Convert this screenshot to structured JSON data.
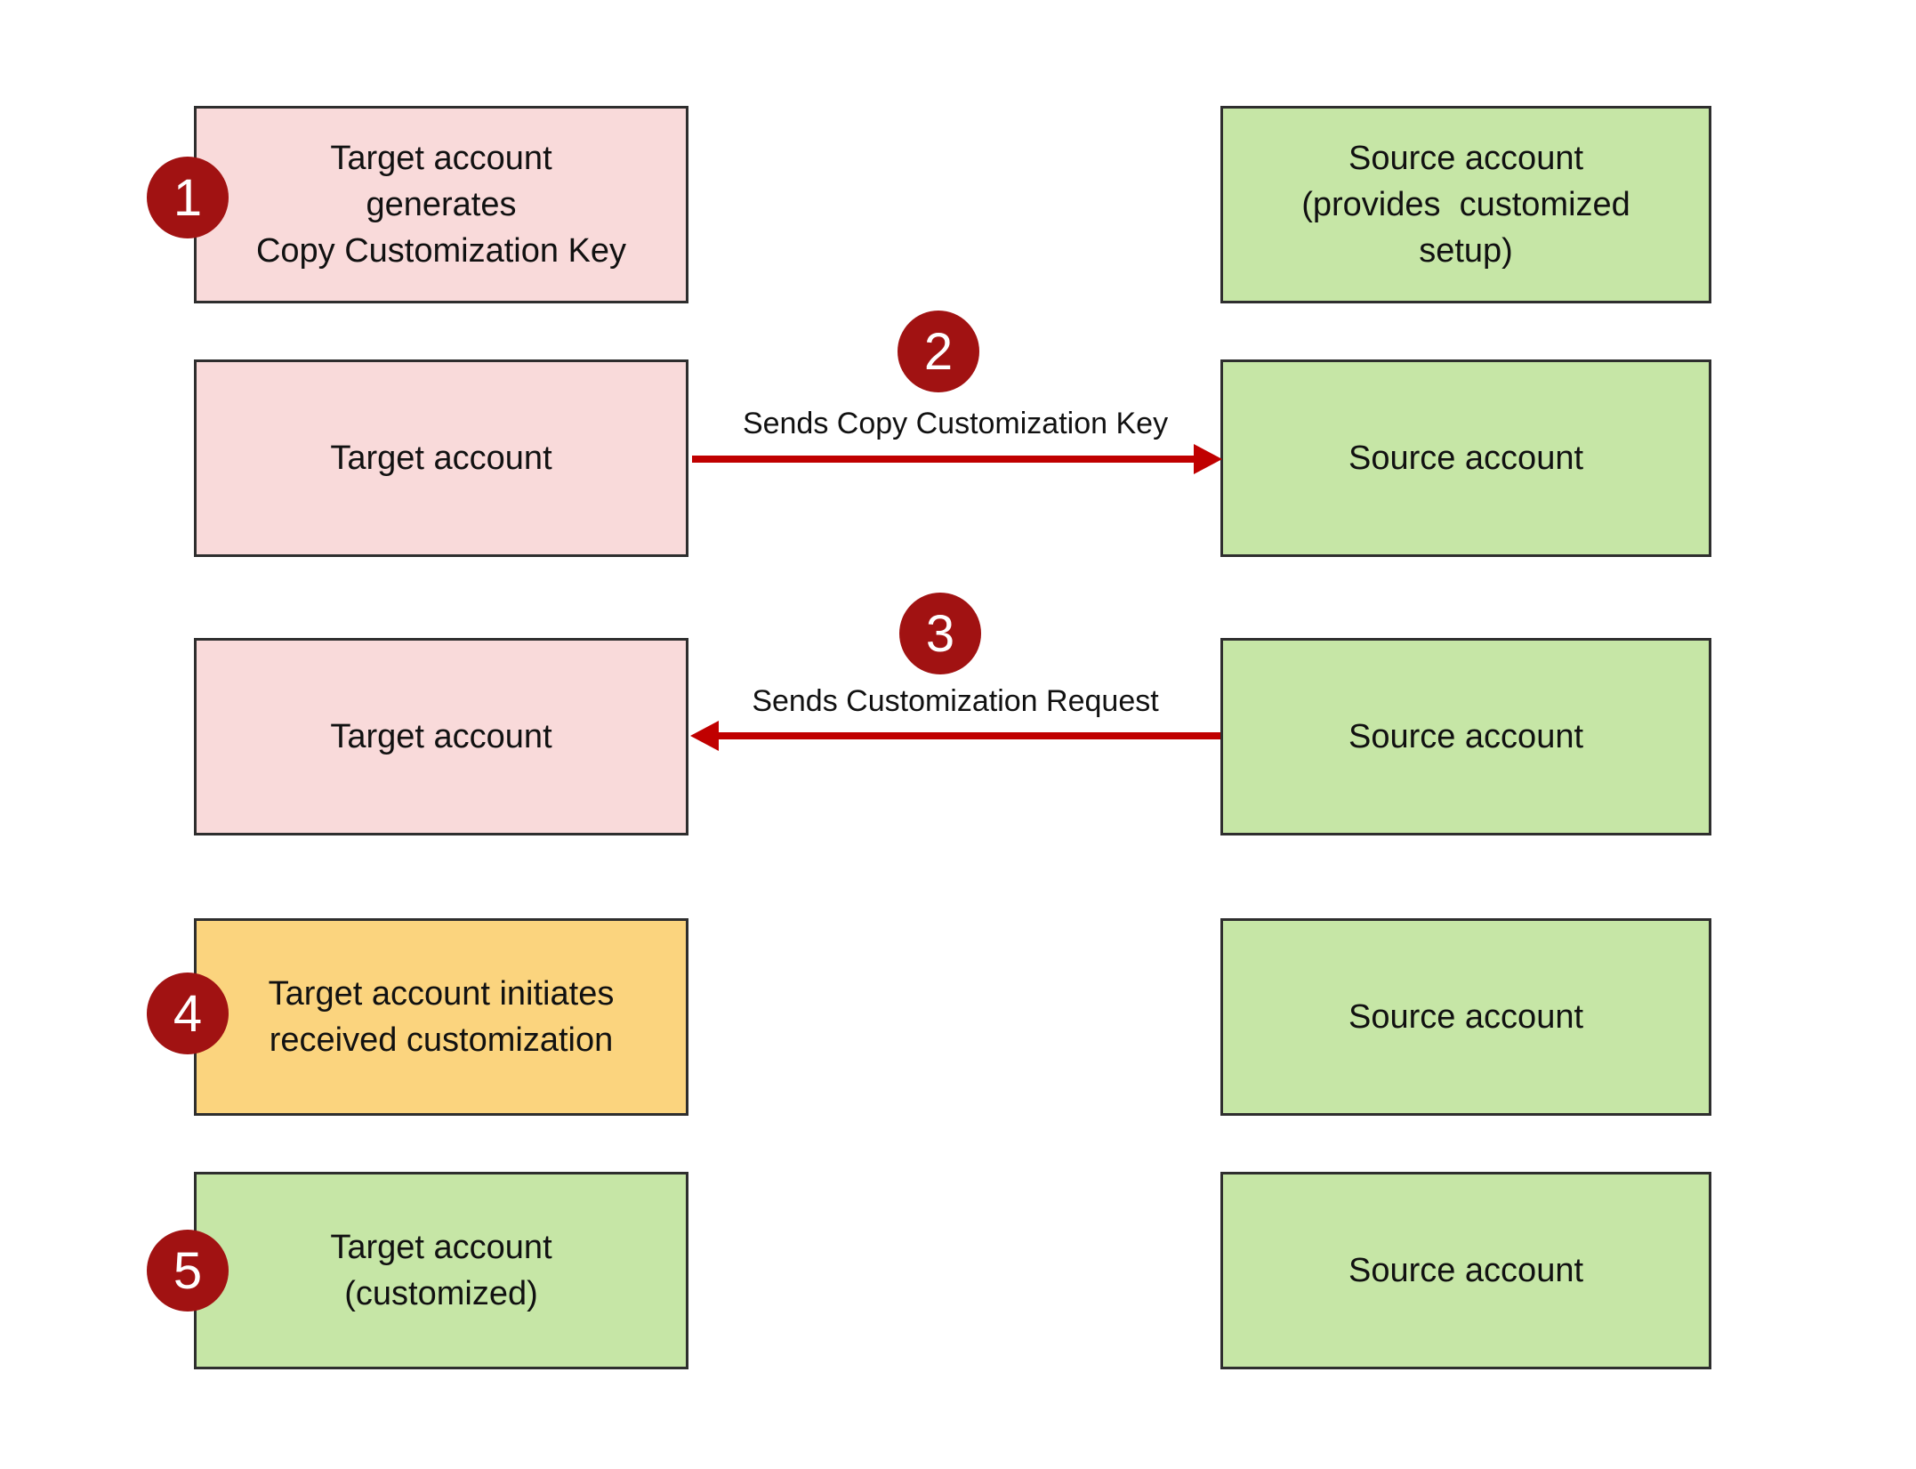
{
  "diagram": {
    "title": "",
    "colors": {
      "background": "#ffffff",
      "pink_box": "#f9dada",
      "green_box": "#c6e6a6",
      "orange_box": "#fbd47e",
      "step_circle": "#a11212",
      "arrow": "#c00000",
      "box_border": "#2e2e2e",
      "text": "#111111"
    },
    "rows": [
      {
        "step": "1",
        "left": {
          "color": "pink",
          "lines": [
            "Target account",
            "generates",
            "Copy Customization Key"
          ]
        },
        "right": {
          "color": "green",
          "lines": [
            "Source account",
            "(provides  customized",
            "setup)"
          ]
        }
      },
      {
        "step": "2",
        "left": {
          "color": "pink",
          "lines": [
            "Target account"
          ]
        },
        "right": {
          "color": "green",
          "lines": [
            "Source account"
          ]
        },
        "arrow": {
          "label": "Sends Copy Customization Key",
          "direction": "right"
        }
      },
      {
        "step": "3",
        "left": {
          "color": "pink",
          "lines": [
            "Target account"
          ]
        },
        "right": {
          "color": "green",
          "lines": [
            "Source account"
          ]
        },
        "arrow": {
          "label": "Sends Customization Request",
          "direction": "left"
        }
      },
      {
        "step": "4",
        "left": {
          "color": "orange",
          "lines": [
            "Target account initiates",
            "received customization"
          ]
        },
        "right": {
          "color": "green",
          "lines": [
            "Source account"
          ]
        }
      },
      {
        "step": "5",
        "left": {
          "color": "green",
          "lines": [
            "Target account",
            "(customized)"
          ]
        },
        "right": {
          "color": "green",
          "lines": [
            "Source account"
          ]
        }
      }
    ]
  }
}
